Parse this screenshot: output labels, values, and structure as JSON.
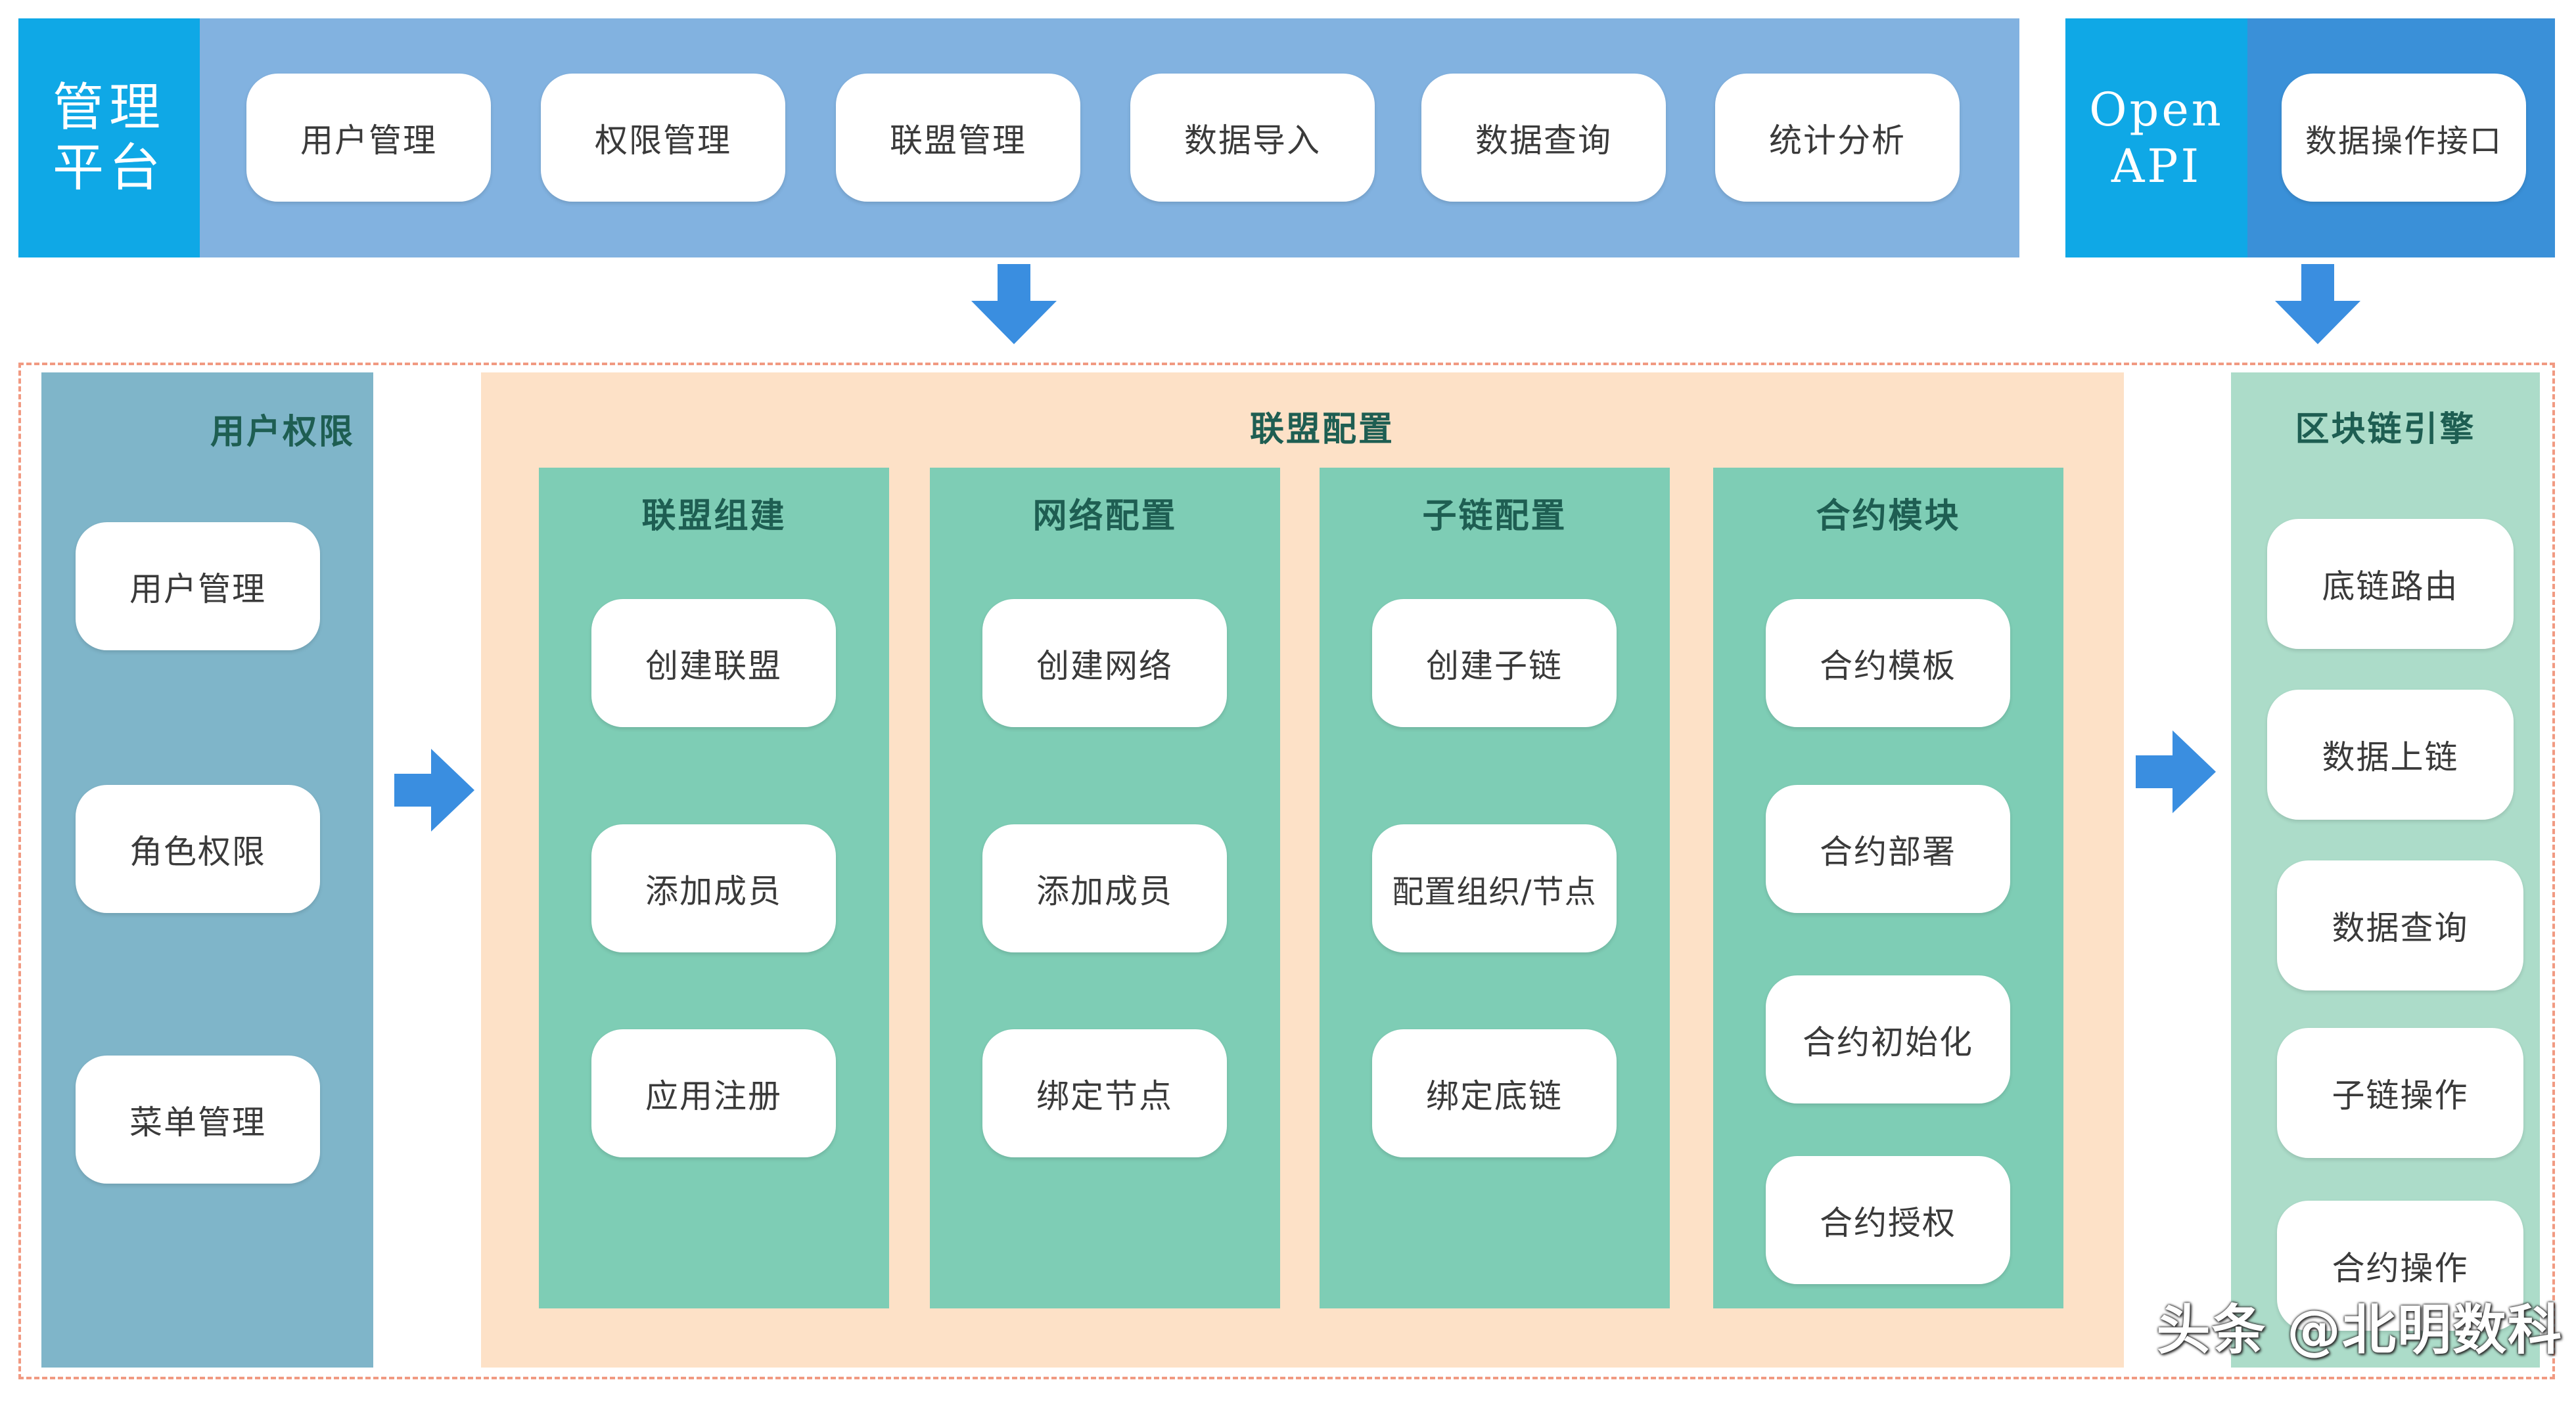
{
  "top_management": {
    "title_line1": "管理",
    "title_line2": "平台",
    "buttons": [
      "用户管理",
      "权限管理",
      "联盟管理",
      "数据导入",
      "数据查询",
      "统计分析"
    ]
  },
  "open_api": {
    "title_line1": "Open",
    "title_line2": "API",
    "button": "数据操作接口"
  },
  "user_permissions": {
    "title": "用户权限",
    "items": [
      "用户管理",
      "角色权限",
      "菜单管理"
    ]
  },
  "alliance_config": {
    "title": "联盟配置",
    "columns": [
      {
        "title": "联盟组建",
        "items": [
          "创建联盟",
          "添加成员",
          "应用注册"
        ]
      },
      {
        "title": "网络配置",
        "items": [
          "创建网络",
          "添加成员",
          "绑定节点"
        ]
      },
      {
        "title": "子链配置",
        "items": [
          "创建子链",
          "配置组织/节点",
          "绑定底链"
        ]
      },
      {
        "title": "合约模块",
        "items": [
          "合约模板",
          "合约部署",
          "合约初始化",
          "合约授权"
        ]
      }
    ]
  },
  "blockchain_engine": {
    "title": "区块链引擎",
    "items": [
      "底链路由",
      "数据上链",
      "数据查询",
      "子链操作",
      "合约操作"
    ]
  },
  "watermark": "头条 @北明数科",
  "colors": {
    "mgmt_title_bg": "#0fa8e6",
    "mgmt_bar_bg": "#82b2e0",
    "api_title_bg": "#0fa8e6",
    "api_bar_bg": "#3a90d8",
    "user_panel_bg": "#7fb5c9",
    "alliance_panel_bg": "#fde1c7",
    "column_bg": "#7ecdb5",
    "engine_panel_bg": "#acdcc9",
    "arrow": "#3a8ee0",
    "dashed_border": "#f19a82"
  }
}
